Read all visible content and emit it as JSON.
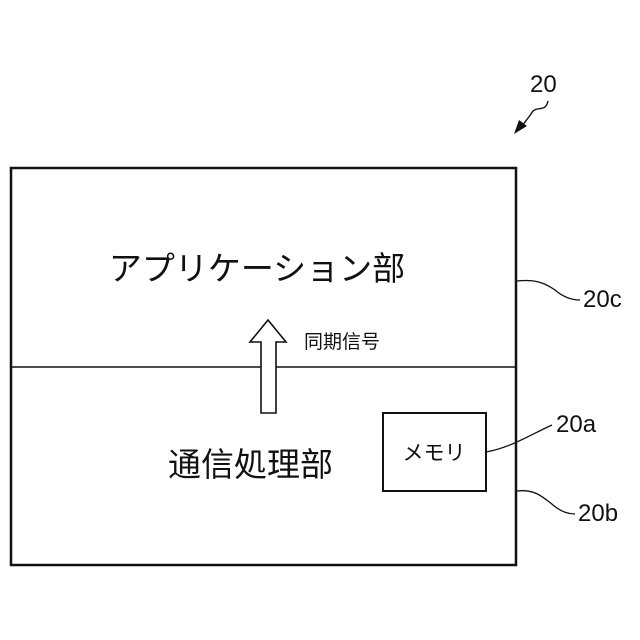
{
  "figure": {
    "ref_main": "20",
    "ref_top": "20c",
    "ref_bottom": "20b",
    "ref_memory": "20a"
  },
  "blocks": {
    "application": "アプリケーション部",
    "communication": "通信処理部",
    "memory": "メモリ"
  },
  "arrow": {
    "label": "同期信号"
  }
}
